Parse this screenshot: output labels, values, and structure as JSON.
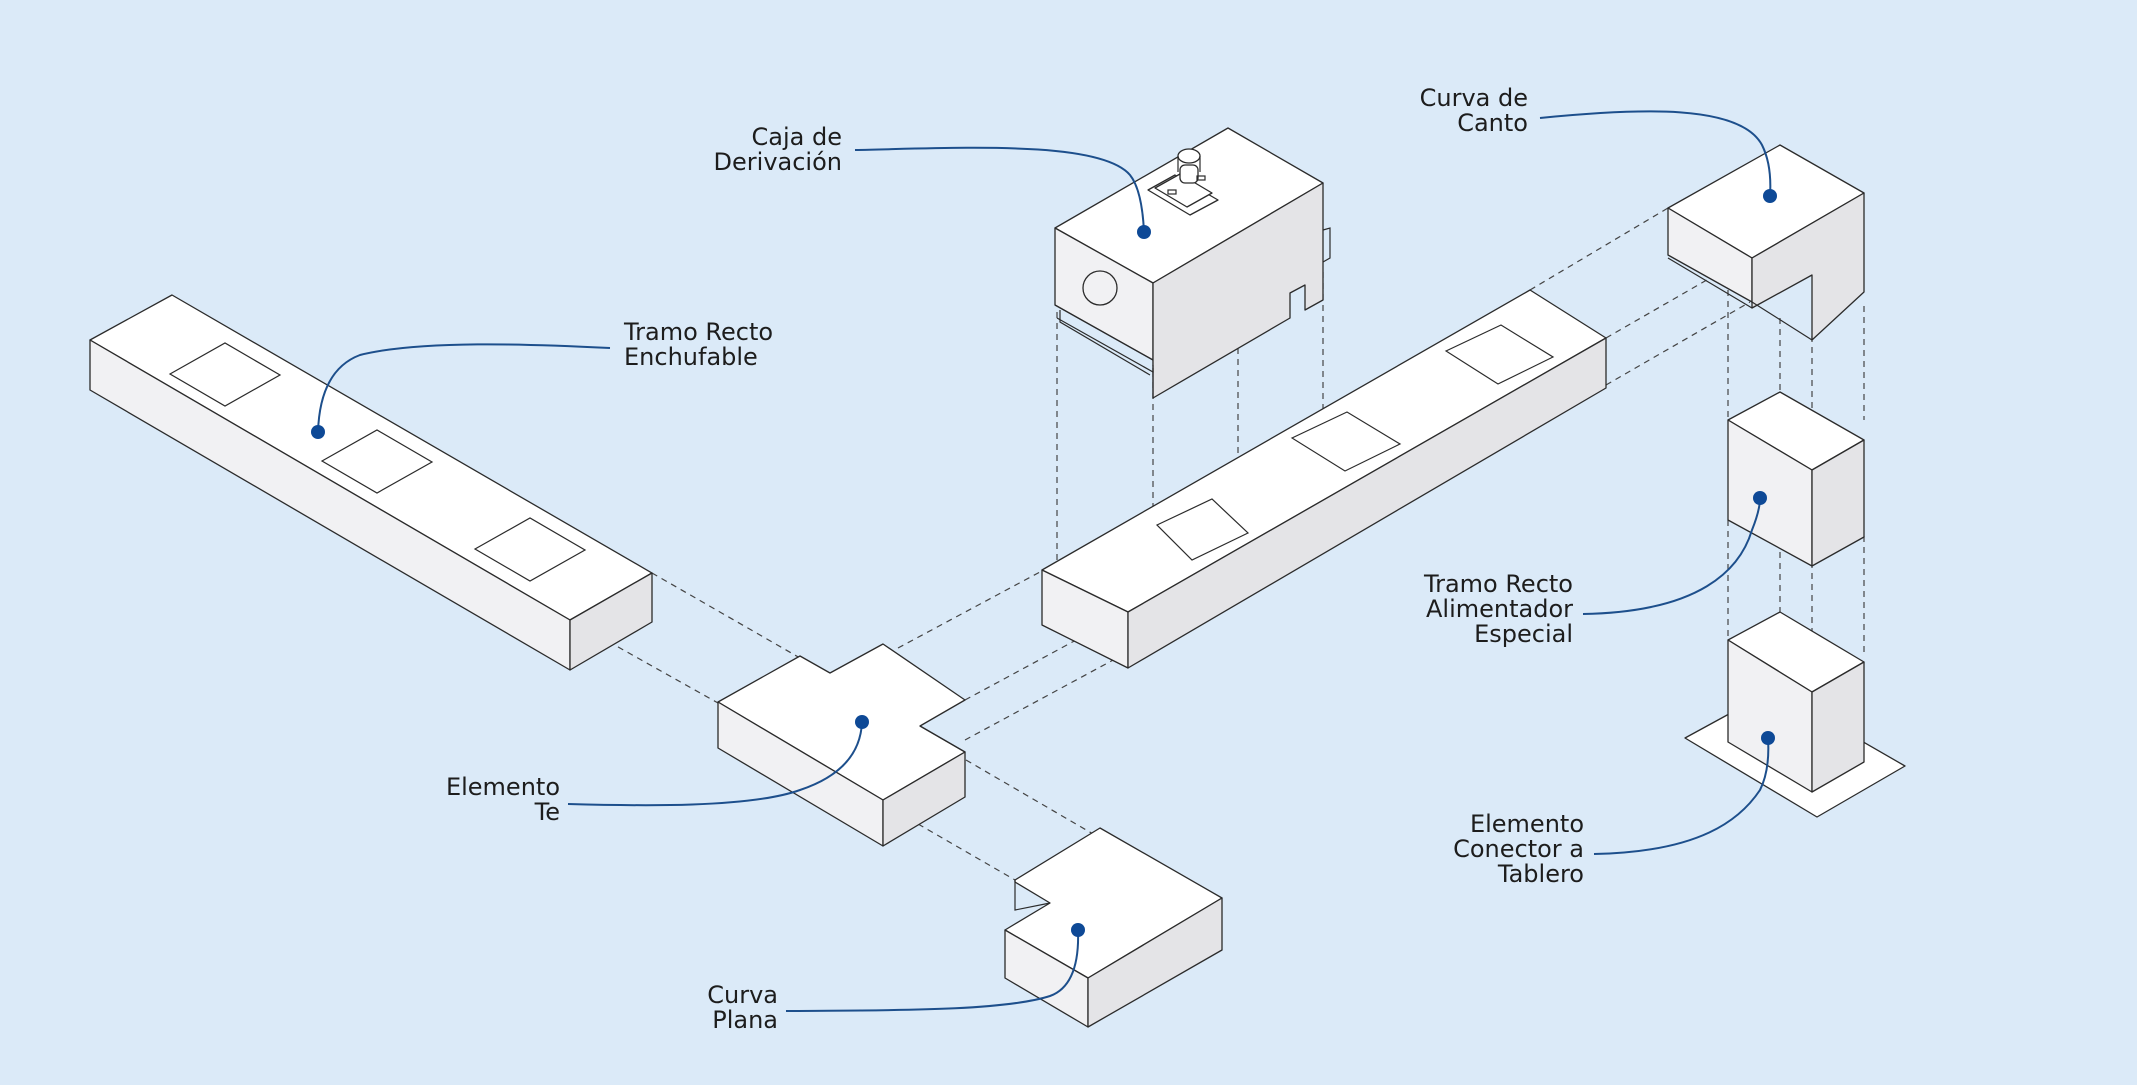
{
  "labels": {
    "caja": "Caja de\nDerivación",
    "curva_canto": "Curva de\nCanto",
    "tramo_recto": "Tramo Recto\nEnchufable",
    "alimentador": "Tramo Recto\nAlimentador\nEspecial",
    "elemento_te": "Elemento\nTe",
    "conector": "Elemento\nConector a\nTablero",
    "curva_plana": "Curva\nPlana"
  },
  "colors": {
    "background": "#dbeaf8",
    "leader": "#1d4f8c",
    "dot": "#0e4996"
  }
}
